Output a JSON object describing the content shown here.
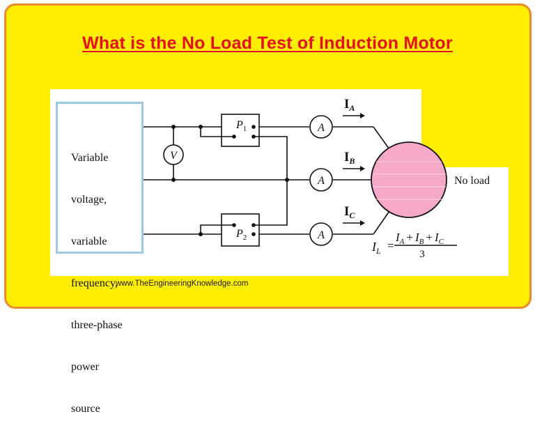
{
  "title": "What is the No Load Test of Induction Motor",
  "source": {
    "lines": [
      "Variable",
      "voltage,",
      "variable",
      "frequency,",
      "three-phase",
      "power",
      "source"
    ]
  },
  "meters": {
    "voltmeter": "V",
    "ammeter": "A",
    "wattmeter_1": {
      "letter": "P",
      "sub": "1"
    },
    "wattmeter_2": {
      "letter": "P",
      "sub": "2"
    }
  },
  "currents": {
    "ia": {
      "letter": "I",
      "sub": "A"
    },
    "ib": {
      "letter": "I",
      "sub": "B"
    },
    "ic": {
      "letter": "I",
      "sub": "C"
    }
  },
  "motor_label": "No load",
  "formula": {
    "lhs": "I",
    "lhs_sub": "L",
    "equals": "=",
    "numerator": [
      "I",
      "A",
      "+",
      "I",
      "B",
      "+",
      "I",
      "C"
    ],
    "denominator": "3"
  },
  "website": "www.TheEngineeringKnowledge.com",
  "colors": {
    "title": "#e3101e",
    "border": "#ee8a2e",
    "background": "#ffee00",
    "source_border": "#9ec9e2",
    "motor_fill": "#f6a8c8"
  }
}
